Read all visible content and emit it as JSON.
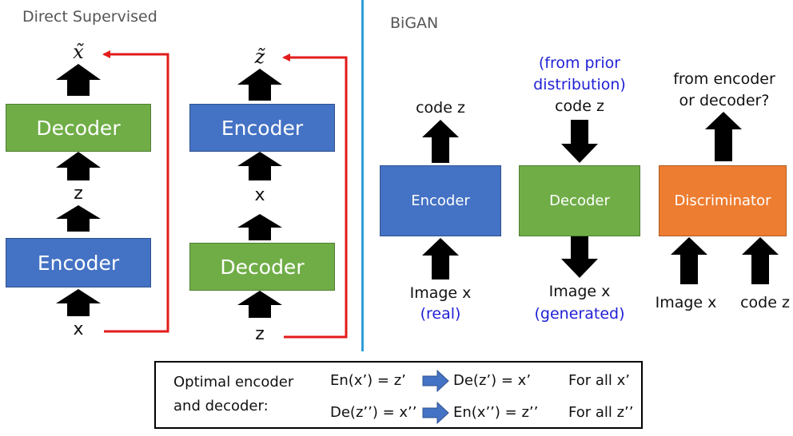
{
  "left": {
    "title": "Direct Supervised",
    "col1": {
      "top_label": "x̃",
      "decoder": "Decoder",
      "mid_label": "z",
      "encoder": "Encoder",
      "bottom_label": "x"
    },
    "col2": {
      "top_label": "z̃",
      "encoder": "Encoder",
      "mid_label": "x",
      "decoder": "Decoder",
      "bottom_label": "z"
    }
  },
  "right": {
    "title": "BiGAN",
    "encoder": {
      "label": "Encoder",
      "output": "code z",
      "input": "Image x",
      "input_note": "(real)"
    },
    "decoder": {
      "label": "Decoder",
      "prior_note_1": "(from prior",
      "prior_note_2": "distribution)",
      "input": "code z",
      "output": "Image x",
      "output_note": "(generated)"
    },
    "discriminator": {
      "label": "Discriminator",
      "question_1": "from encoder",
      "question_2": "or decoder?",
      "input_1": "Image x",
      "input_2": "code z"
    }
  },
  "legend": {
    "heading_1": "Optimal encoder",
    "heading_2": "and decoder:",
    "row1_left": "En(x’) = z’",
    "row1_right": "De(z’) = x’",
    "row1_scope": "For all x’",
    "row2_left": "De(z’’) = x’’",
    "row2_right": "En(x’’) = z’’",
    "row2_scope": "For all z’’"
  },
  "colors": {
    "blue": "#4472c4",
    "green": "#70ad47",
    "orange": "#ed7d31",
    "feedback": "#e31b1b",
    "divider": "#2e9fd8",
    "equation_arrow": "#4472c4"
  }
}
